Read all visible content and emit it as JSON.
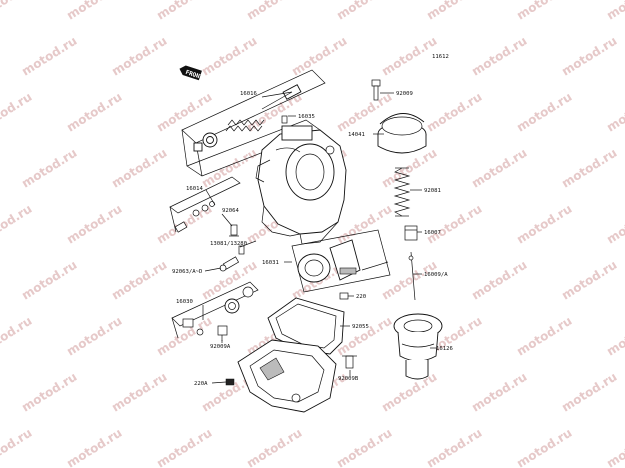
{
  "diagram_code": "11612",
  "front_label": "FRONT",
  "watermark": "motod.ru",
  "parts": [
    {
      "id": "p16016",
      "label": "16016"
    },
    {
      "id": "p16035",
      "label": "16035"
    },
    {
      "id": "p16014",
      "label": "16014"
    },
    {
      "id": "p92064",
      "label": "92064"
    },
    {
      "id": "p13081",
      "label": "13081/13280"
    },
    {
      "id": "p92063",
      "label": "92063/A~D"
    },
    {
      "id": "p16030",
      "label": "16030"
    },
    {
      "id": "p92009a",
      "label": "92009A"
    },
    {
      "id": "p220a",
      "label": "220A"
    },
    {
      "id": "p92009",
      "label": "92009"
    },
    {
      "id": "p14041",
      "label": "14041"
    },
    {
      "id": "p92081",
      "label": "92081"
    },
    {
      "id": "p16007",
      "label": "16007"
    },
    {
      "id": "p16031",
      "label": "16031"
    },
    {
      "id": "p16009",
      "label": "16009/A"
    },
    {
      "id": "p220",
      "label": "220"
    },
    {
      "id": "p92055",
      "label": "92055"
    },
    {
      "id": "p16126",
      "label": "16126"
    },
    {
      "id": "p92009b",
      "label": "92009B"
    }
  ]
}
